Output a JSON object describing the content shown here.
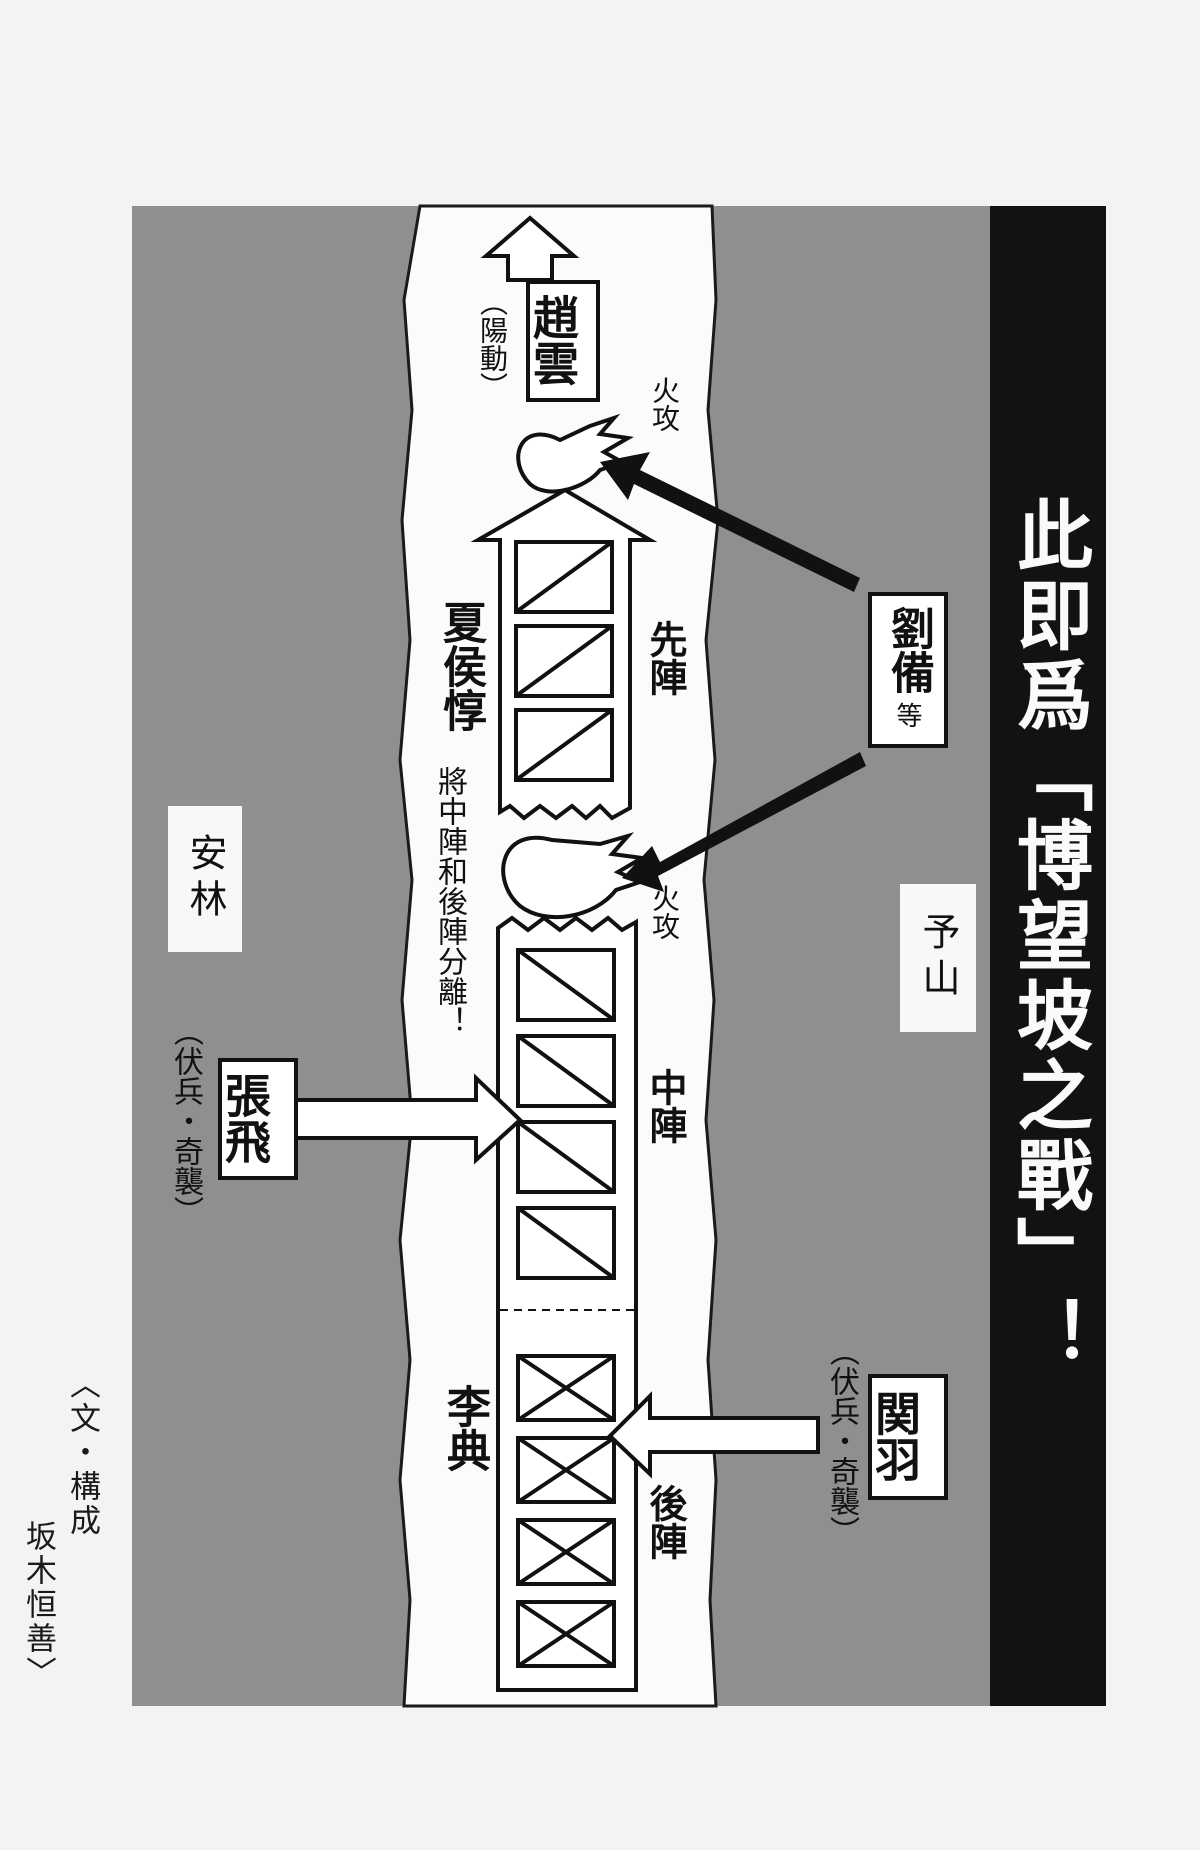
{
  "header": {
    "title": "此即爲「博望坡之戰」！"
  },
  "credits": {
    "line1": "〈文・構成",
    "line2": "坂木恒善〉"
  },
  "places": {
    "left_hill": "安林",
    "right_hill": "予山"
  },
  "commanders": {
    "zhao_yun": {
      "name": "趙雲",
      "role": "（陽動）"
    },
    "liu_bei": {
      "name": "劉備",
      "suffix": "等"
    },
    "xiahou_dun": {
      "name": "夏侯惇"
    },
    "li_dian": {
      "name": "李典"
    },
    "zhang_fei": {
      "name": "張飛",
      "role": "（伏兵・奇襲）"
    },
    "guan_yu": {
      "name": "関羽",
      "role": "（伏兵・奇襲）"
    }
  },
  "formation": {
    "vanguard": "先陣",
    "center": "中陣",
    "rear": "後陣",
    "note": "將中陣和後陣分離！"
  },
  "events": {
    "fire_attack_1": "火攻",
    "fire_attack_2": "火攻"
  },
  "colors": {
    "hill_fill": "#8f8f8f",
    "road_fill": "#fbfbfa",
    "ink": "#111111",
    "header_bg": "#121212"
  }
}
